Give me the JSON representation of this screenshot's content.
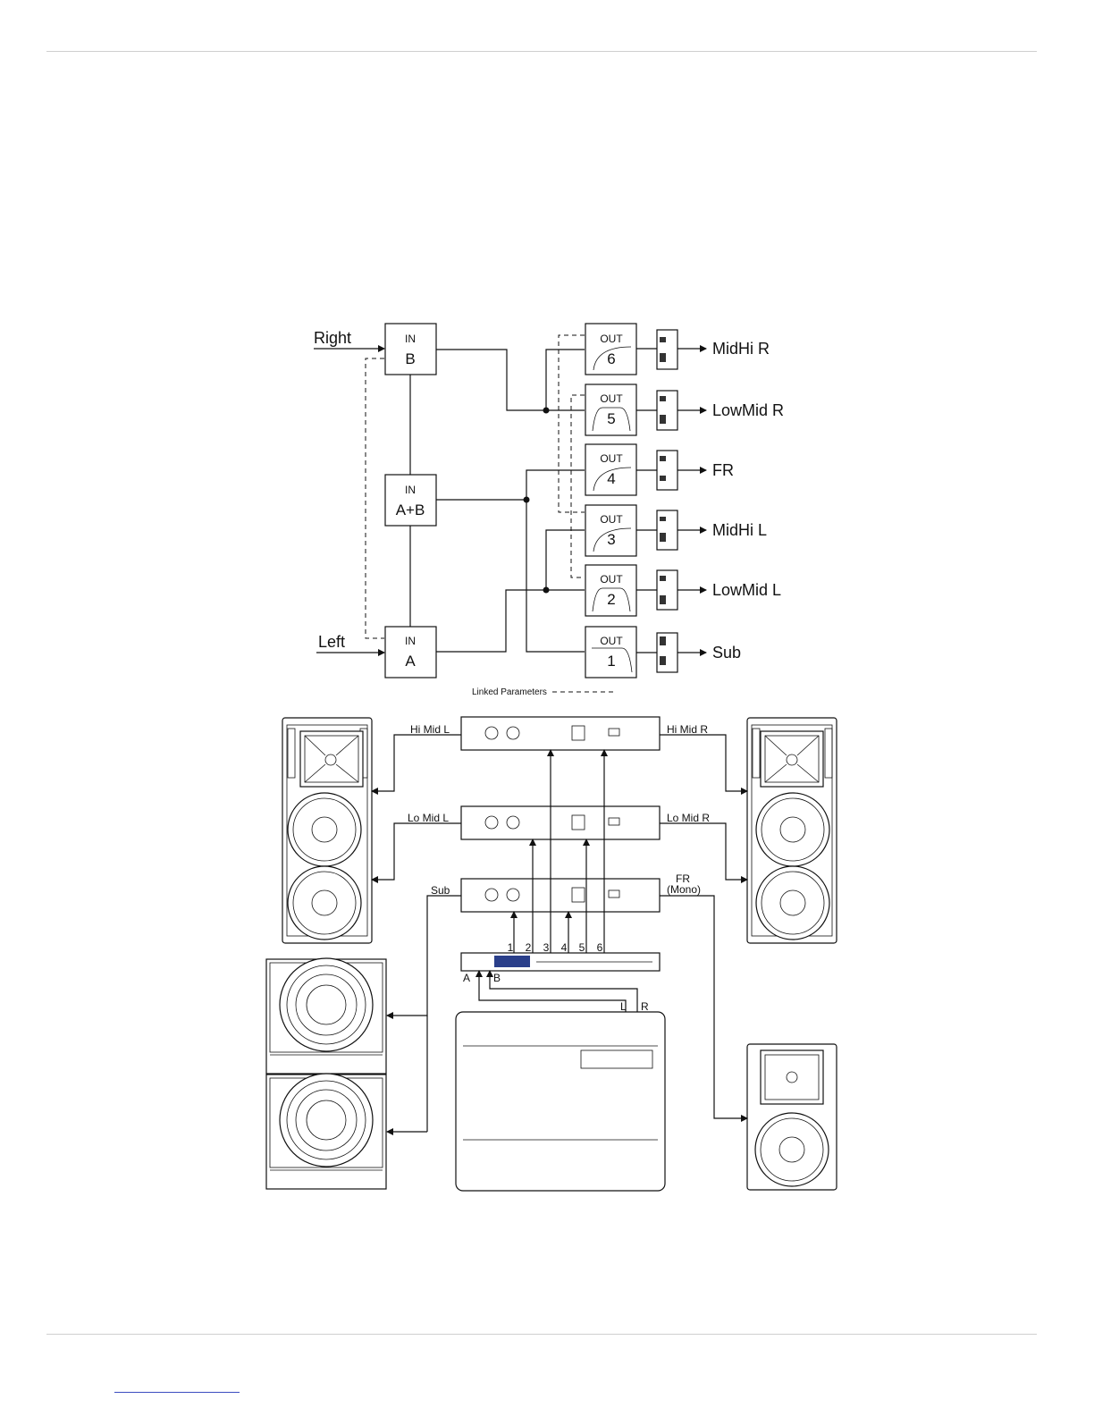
{
  "signal_flow": {
    "inputs": {
      "right_label": "Right",
      "left_label": "Left",
      "in_b": {
        "title": "IN",
        "name": "B"
      },
      "in_ab": {
        "title": "IN",
        "name": "A+B"
      },
      "in_a": {
        "title": "IN",
        "name": "A"
      }
    },
    "outputs": [
      {
        "title": "OUT",
        "num": "6",
        "dest": "MidHi R"
      },
      {
        "title": "OUT",
        "num": "5",
        "dest": "LowMid R"
      },
      {
        "title": "OUT",
        "num": "4",
        "dest": "FR"
      },
      {
        "title": "OUT",
        "num": "3",
        "dest": "MidHi L"
      },
      {
        "title": "OUT",
        "num": "2",
        "dest": "LowMid L"
      },
      {
        "title": "OUT",
        "num": "1",
        "dest": "Sub"
      }
    ],
    "legend": "Linked Parameters"
  },
  "system_diagram": {
    "hi_mid_l": "Hi Mid L",
    "hi_mid_r": "Hi Mid R",
    "lo_mid_l": "Lo Mid L",
    "lo_mid_r": "Lo Mid R",
    "sub": "Sub",
    "fr": "FR",
    "fr_mono": "(Mono)",
    "crossover_outputs": [
      "1",
      "2",
      "3",
      "4",
      "5",
      "6"
    ],
    "input_a": "A",
    "input_b": "B",
    "mixer_l": "L",
    "mixer_r": "R"
  }
}
